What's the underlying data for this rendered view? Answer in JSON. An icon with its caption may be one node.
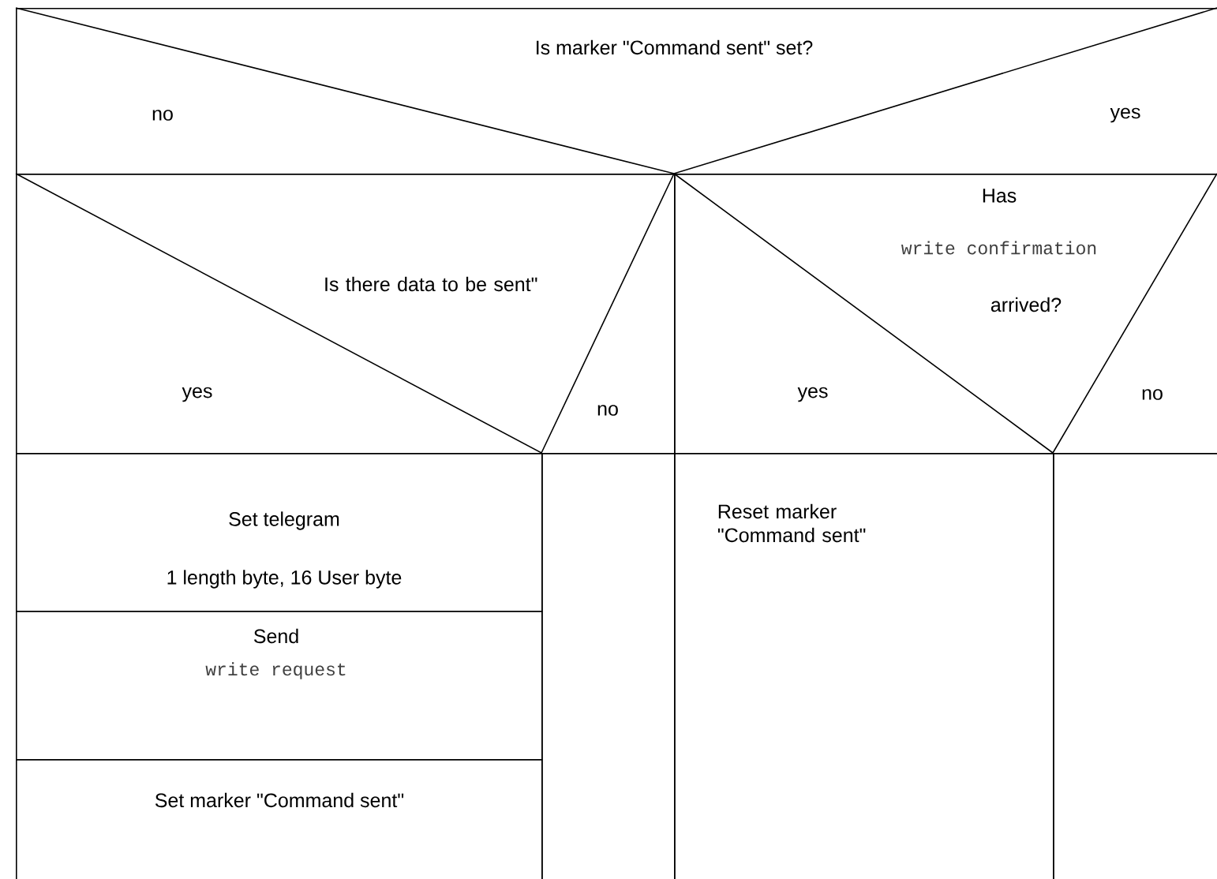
{
  "diagram": {
    "nodes": [
      {
        "text": [
          "Is marker \"Command sent\" set?"
        ]
      },
      {
        "text": [
          "Is there data to be sent\""
        ]
      },
      {
        "text": [
          "Has",
          "write confirmation",
          "arrived?"
        ]
      },
      {
        "text": [
          "Set telegram",
          "1 length byte, 16 User byte"
        ]
      },
      {
        "text": [
          "Send",
          "write request"
        ]
      },
      {
        "text": [
          "Set marker \"Command sent\""
        ]
      },
      {
        "text": [],
        "shape": "box"
      },
      {
        "text": [
          "Reset marker \"Command sent\""
        ]
      },
      {
        "text": [],
        "shape": "box"
      }
    ],
    "labels": [
      "no",
      "yes",
      "yes",
      "no",
      "yes",
      "no"
    ]
  }
}
